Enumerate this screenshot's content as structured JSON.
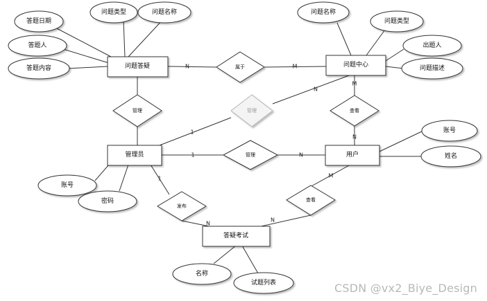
{
  "entities": {
    "qa": "问题答疑",
    "center": "问题中心",
    "admin": "管理员",
    "user": "用户",
    "exam": "答疑考试"
  },
  "relations": {
    "belongs": "属于",
    "manage_qa": "管理",
    "manage_center": "管理",
    "manage_user": "管理",
    "view_center": "查看",
    "publish": "发布",
    "view_exam": "查看"
  },
  "attributes": {
    "qa_date": "答题日期",
    "qa_type": "问题类型",
    "qa_name": "问题名称",
    "qa_person": "答题人",
    "qa_content": "答题内容",
    "center_name": "问题名称",
    "center_type": "问题类型",
    "center_author": "出题人",
    "center_desc": "问题描述",
    "user_account": "账号",
    "user_name": "姓名",
    "admin_account": "账号",
    "admin_password": "密码",
    "exam_name": "名称",
    "exam_list": "试题列表"
  },
  "cardinalities": {
    "qa_belongs": "N",
    "belongs_center": "M",
    "admin_center": "1",
    "manage_center_center": "N",
    "center_view": "M",
    "view_user": "N",
    "admin_manage": "1",
    "manage_user_n": "N",
    "admin_publish": "1",
    "publish_exam": "N",
    "exam_view": "N",
    "view_exam_user": "M"
  },
  "watermark": "CSDN @vx2_Biye_Design"
}
